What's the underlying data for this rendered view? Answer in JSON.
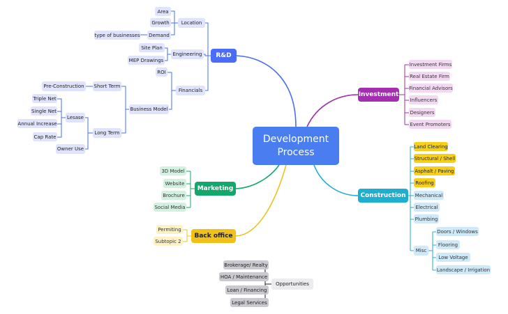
{
  "center": {
    "line1": "Development",
    "line2": "Process"
  },
  "rd": {
    "label": "R&D",
    "color": "#4a6cf7",
    "location": {
      "label": "Location",
      "children": [
        "Area",
        "Growth",
        "Demand"
      ],
      "demand_child": "type of businesses"
    },
    "engineering": {
      "label": "Engineering",
      "children": [
        "Site Plan",
        "MEP Drawings"
      ]
    },
    "financials": {
      "label": "Financials",
      "roi": "ROI"
    },
    "business_model": {
      "label": "Business Model",
      "short_term": {
        "label": "Short Term",
        "child": "Pre-Construction"
      },
      "long_term": {
        "label": "Long Term",
        "lesase": {
          "label": "Lesase",
          "children": [
            "Triple Net",
            "Single Net",
            "Annual Increase",
            "Cap Rate"
          ]
        },
        "owner_use": "Owner Use"
      }
    }
  },
  "investment": {
    "label": "Investment",
    "color": "#a12fae",
    "children": [
      "Investment Firms",
      "Real Estate Firm",
      "Financial Advisors",
      "Influencers",
      "Designers",
      "Event Promoters"
    ]
  },
  "construction": {
    "label": "Construction",
    "color": "#1eaed0",
    "children": [
      "Land Clearing",
      "Structural / Shell",
      "Asphalt / Paving",
      "Roofing",
      "Mechanical",
      "Electrical",
      "Plumbing"
    ],
    "misc": {
      "label": "Misc",
      "children": [
        "Doors / Windows",
        "Flooring",
        "Low Voltage",
        "Landscape / Irrigation"
      ]
    }
  },
  "marketing": {
    "label": "Marketing",
    "color": "#13a86b",
    "children": [
      "3D Model",
      "Website",
      "Brochure",
      "Social Media"
    ]
  },
  "back_office": {
    "label": "Back office",
    "color": "#f0c11a",
    "children": [
      "Permiting",
      "Subtopic 2"
    ]
  },
  "opportunities": {
    "label": "Opportunities",
    "children": [
      "Brokerage/ Realty",
      "HOA / Maintenance",
      "Loan / Financing",
      "Legal Services"
    ]
  }
}
